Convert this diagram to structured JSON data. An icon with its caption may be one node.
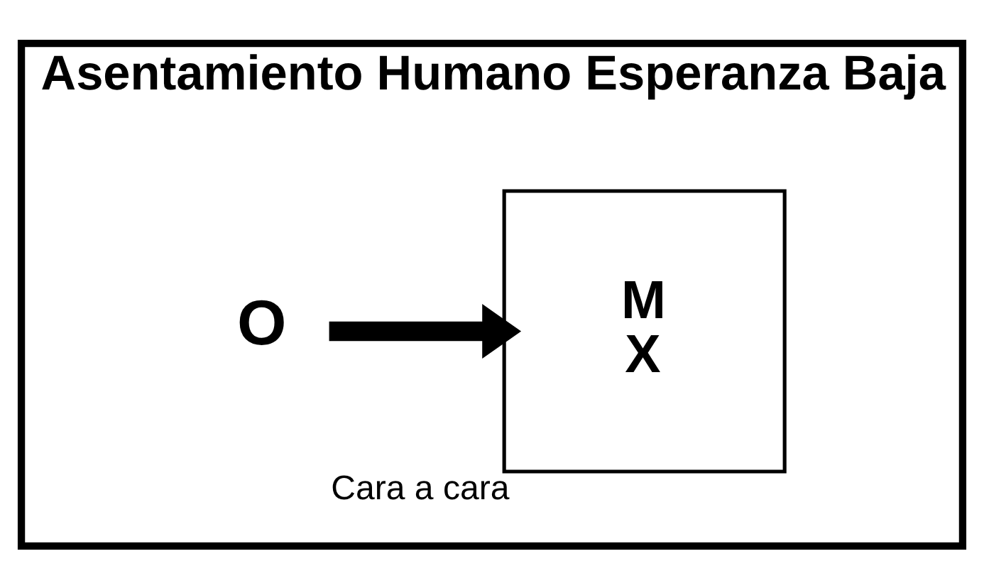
{
  "diagram": {
    "nodes": [
      {
        "text": [
          "Asentamiento Humano Esperanza Baja"
        ]
      },
      {
        "text": [
          "O"
        ],
        "in": 0
      },
      {
        "text": [
          "M",
          "X"
        ],
        "in": 0,
        "beside": [
          "Cara a cara"
        ]
      }
    ],
    "edges": [
      {
        "from": 1,
        "to": 2,
        "arrow": "to"
      }
    ]
  }
}
